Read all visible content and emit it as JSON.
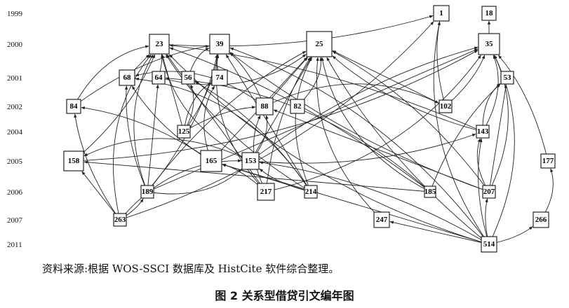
{
  "years": [
    "1999",
    "2000",
    "2001",
    "2002",
    "2004",
    "2005",
    "2006",
    "2007",
    "2011"
  ],
  "nodes": [
    {
      "id": "1",
      "year": "1999"
    },
    {
      "id": "18",
      "year": "1999"
    },
    {
      "id": "23",
      "year": "2000"
    },
    {
      "id": "39",
      "year": "2000"
    },
    {
      "id": "25",
      "year": "2000"
    },
    {
      "id": "35",
      "year": "2000"
    },
    {
      "id": "68",
      "year": "2001"
    },
    {
      "id": "64",
      "year": "2001"
    },
    {
      "id": "56",
      "year": "2001"
    },
    {
      "id": "74",
      "year": "2001"
    },
    {
      "id": "53",
      "year": "2001"
    },
    {
      "id": "84",
      "year": "2002"
    },
    {
      "id": "88",
      "year": "2002"
    },
    {
      "id": "82",
      "year": "2002"
    },
    {
      "id": "102",
      "year": "2002"
    },
    {
      "id": "125",
      "year": "2004"
    },
    {
      "id": "143",
      "year": "2004"
    },
    {
      "id": "158",
      "year": "2005"
    },
    {
      "id": "165",
      "year": "2005"
    },
    {
      "id": "153",
      "year": "2005"
    },
    {
      "id": "177",
      "year": "2005"
    },
    {
      "id": "189",
      "year": "2006"
    },
    {
      "id": "217",
      "year": "2006"
    },
    {
      "id": "214",
      "year": "2006"
    },
    {
      "id": "185",
      "year": "2006"
    },
    {
      "id": "207",
      "year": "2006"
    },
    {
      "id": "263",
      "year": "2007"
    },
    {
      "id": "247",
      "year": "2007"
    },
    {
      "id": "266",
      "year": "2007"
    },
    {
      "id": "514",
      "year": "2011"
    }
  ],
  "edges": [
    [
      "263",
      "23"
    ],
    [
      "263",
      "84"
    ],
    [
      "263",
      "158"
    ],
    [
      "263",
      "189"
    ],
    [
      "263",
      "1"
    ],
    [
      "263",
      "153"
    ],
    [
      "189",
      "68"
    ],
    [
      "189",
      "64"
    ],
    [
      "189",
      "39"
    ],
    [
      "189",
      "153"
    ],
    [
      "189",
      "23"
    ],
    [
      "189",
      "25"
    ],
    [
      "189",
      "35"
    ],
    [
      "158",
      "23"
    ],
    [
      "158",
      "35"
    ],
    [
      "84",
      "23"
    ],
    [
      "84",
      "39"
    ],
    [
      "125",
      "23"
    ],
    [
      "125",
      "39"
    ],
    [
      "125",
      "56"
    ],
    [
      "125",
      "74"
    ],
    [
      "125",
      "88"
    ],
    [
      "88",
      "25"
    ],
    [
      "88",
      "39"
    ],
    [
      "88",
      "68"
    ],
    [
      "88",
      "102"
    ],
    [
      "102",
      "1"
    ],
    [
      "102",
      "25"
    ],
    [
      "102",
      "35"
    ],
    [
      "82",
      "25"
    ],
    [
      "56",
      "39"
    ],
    [
      "74",
      "39"
    ],
    [
      "68",
      "23"
    ],
    [
      "64",
      "23"
    ],
    [
      "64",
      "25"
    ],
    [
      "165",
      "74"
    ],
    [
      "165",
      "68"
    ],
    [
      "165",
      "25"
    ],
    [
      "165",
      "84"
    ],
    [
      "153",
      "88"
    ],
    [
      "153",
      "23"
    ],
    [
      "153",
      "35"
    ],
    [
      "153",
      "25"
    ],
    [
      "153",
      "143"
    ],
    [
      "153",
      "158"
    ],
    [
      "217",
      "88"
    ],
    [
      "217",
      "25"
    ],
    [
      "217",
      "23"
    ],
    [
      "217",
      "165"
    ],
    [
      "217",
      "35"
    ],
    [
      "217",
      "39"
    ],
    [
      "214",
      "23"
    ],
    [
      "214",
      "39"
    ],
    [
      "214",
      "56"
    ],
    [
      "214",
      "68"
    ],
    [
      "214",
      "25"
    ],
    [
      "214",
      "153"
    ],
    [
      "214",
      "165"
    ],
    [
      "185",
      "23"
    ],
    [
      "185",
      "64"
    ],
    [
      "185",
      "25"
    ],
    [
      "185",
      "53"
    ],
    [
      "185",
      "158"
    ],
    [
      "143",
      "23"
    ],
    [
      "143",
      "35"
    ],
    [
      "143",
      "53"
    ],
    [
      "143",
      "25"
    ],
    [
      "207",
      "53"
    ],
    [
      "207",
      "25"
    ],
    [
      "207",
      "35"
    ],
    [
      "207",
      "143"
    ],
    [
      "207",
      "39"
    ],
    [
      "207",
      "88"
    ],
    [
      "177",
      "35"
    ],
    [
      "266",
      "177"
    ],
    [
      "247",
      "25"
    ],
    [
      "514",
      "207"
    ],
    [
      "514",
      "247"
    ],
    [
      "514",
      "266"
    ],
    [
      "514",
      "35"
    ],
    [
      "514",
      "1"
    ],
    [
      "514",
      "25"
    ],
    [
      "514",
      "165"
    ],
    [
      "514",
      "153"
    ],
    [
      "514",
      "39"
    ],
    [
      "514",
      "23"
    ],
    [
      "514",
      "143"
    ],
    [
      "35",
      "18"
    ],
    [
      "23",
      "1"
    ]
  ],
  "source_note": "资料来源:根据 WOS-SSCI 数据库及 HistCite 软件综合整理。",
  "caption": "图 2    关系型借贷引文编年图"
}
